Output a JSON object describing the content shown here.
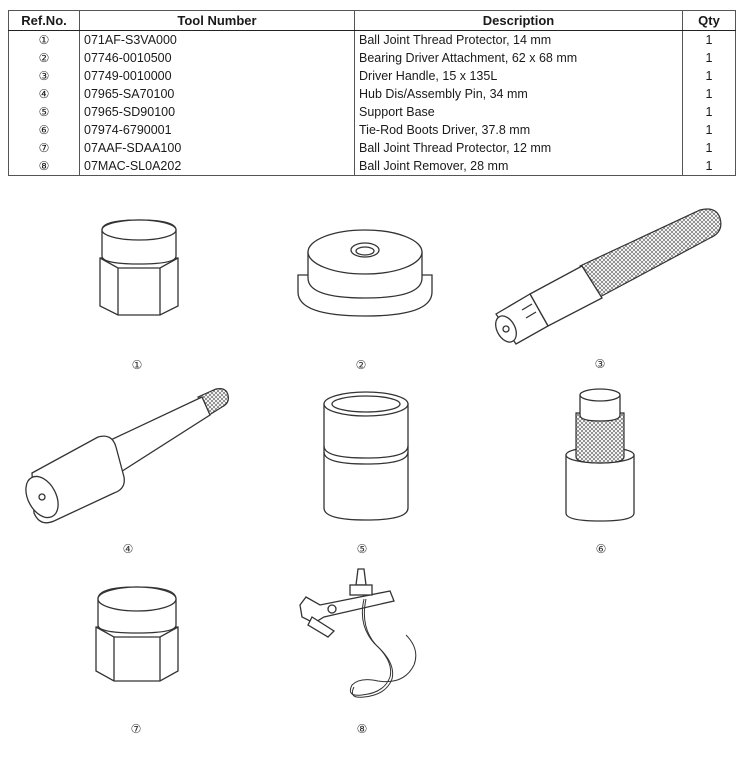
{
  "table": {
    "headers": {
      "ref": "Ref.No.",
      "tool": "Tool Number",
      "desc": "Description",
      "qty": "Qty"
    },
    "rows": [
      {
        "ref": "①",
        "tool": "071AF-S3VA000",
        "desc": "Ball Joint Thread Protector, 14 mm",
        "qty": "1"
      },
      {
        "ref": "②",
        "tool": "07746-0010500",
        "desc": "Bearing Driver Attachment, 62 x 68 mm",
        "qty": "1"
      },
      {
        "ref": "③",
        "tool": "07749-0010000",
        "desc": "Driver Handle, 15 x 135L",
        "qty": "1"
      },
      {
        "ref": "④",
        "tool": "07965-SA70100",
        "desc": "Hub Dis/Assembly Pin, 34 mm",
        "qty": "1"
      },
      {
        "ref": "⑤",
        "tool": "07965-SD90100",
        "desc": "Support Base",
        "qty": "1"
      },
      {
        "ref": "⑥",
        "tool": "07974-6790001",
        "desc": "Tie-Rod Boots Driver, 37.8 mm",
        "qty": "1"
      },
      {
        "ref": "⑦",
        "tool": "07AAF-SDAA100",
        "desc": "Ball Joint Thread Protector, 12 mm",
        "qty": "1"
      },
      {
        "ref": "⑧",
        "tool": "07MAC-SL0A202",
        "desc": "Ball Joint Remover, 28 mm",
        "qty": "1"
      }
    ]
  },
  "figures": {
    "labels": [
      "①",
      "②",
      "③",
      "④",
      "⑤",
      "⑥",
      "⑦",
      "⑧"
    ]
  }
}
